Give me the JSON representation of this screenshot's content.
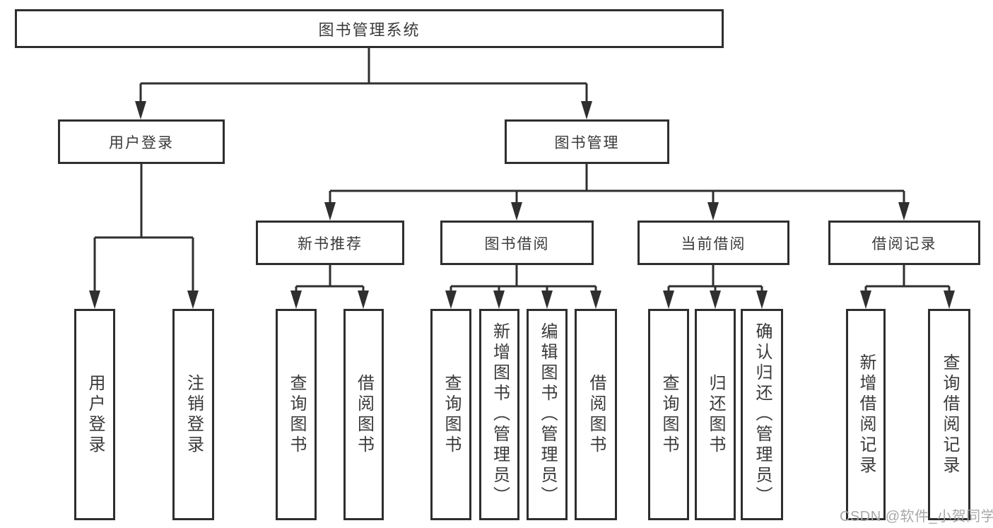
{
  "colors": {
    "line": "#2f2f2f",
    "box_border": "#2e2e2e",
    "text": "#3a3a3a",
    "watermark": "#a8a8a8",
    "background": "#ffffff"
  },
  "tree": {
    "label": "图书管理系统",
    "children": [
      {
        "label": "用户登录",
        "children": [
          {
            "label": "用户登录"
          },
          {
            "label": "注销登录"
          }
        ]
      },
      {
        "label": "图书管理",
        "children": [
          {
            "label": "新书推荐",
            "children": [
              {
                "label": "查询图书"
              },
              {
                "label": "借阅图书"
              }
            ]
          },
          {
            "label": "图书借阅",
            "children": [
              {
                "label": "查询图书"
              },
              {
                "label": "新增图书（管理员）"
              },
              {
                "label": "编辑图书（管理员）"
              },
              {
                "label": "借阅图书"
              }
            ]
          },
          {
            "label": "当前借阅",
            "children": [
              {
                "label": "查询图书"
              },
              {
                "label": "归还图书"
              },
              {
                "label": "确认归还（管理员）"
              }
            ]
          },
          {
            "label": "借阅记录",
            "children": [
              {
                "label": "新增借阅记录"
              },
              {
                "label": "查询借阅记录"
              }
            ]
          }
        ]
      }
    ]
  },
  "watermark": {
    "text": "CSDN @软件_小贺同学"
  }
}
